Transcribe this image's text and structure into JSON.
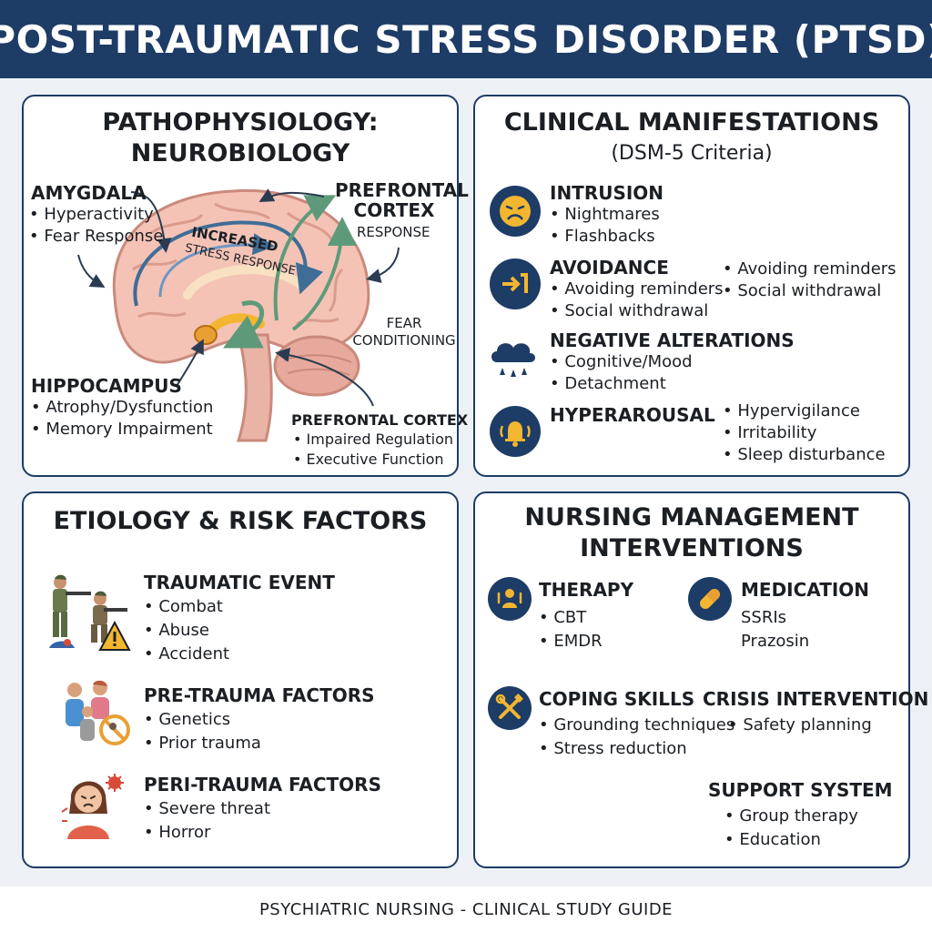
{
  "title": "POST-TRAUMATIC STRESS DISORDER (PTSD)",
  "footer": "PSYCHIATRIC NURSING - CLINICAL STUDY GUIDE",
  "colors": {
    "navy": "#1d3c66",
    "gold": "#f2b630",
    "green": "#5e9a7a",
    "brain": "#f4c3b6",
    "amygdala": "#e8a034"
  },
  "patho": {
    "title_line1": "PATHOPHYSIOLOGY:",
    "title_line2": "NEUROBIOLOGY",
    "amygdala": {
      "label": "AMYGDALA",
      "items": [
        "Hyperactivity",
        "Fear Response"
      ]
    },
    "prefrontal_top": {
      "line1": "PREFRONTAL",
      "line2": "CORTEX",
      "note": "RESPONSE"
    },
    "increased": "INCREASED",
    "stress_response": "STRESS RESPONSE",
    "fear_conditioning": {
      "line1": "FEAR",
      "line2": "CONDITIONING"
    },
    "hippocampus": {
      "label": "HIPPOCAMPUS",
      "items": [
        "Atrophy/Dysfunction",
        "Memory Impairment"
      ]
    },
    "prefrontal_bottom": {
      "label": "PREFRONTAL CORTEX",
      "items": [
        "Impaired Regulation",
        "Executive Function"
      ]
    }
  },
  "clinical": {
    "title": "CLINICAL MANIFESTATIONS",
    "subtitle": "(DSM-5 Criteria)",
    "intrusion": {
      "label": "INTRUSION",
      "items": [
        "Nightmares",
        "Flashbacks"
      ],
      "icon": "distressed-face-icon"
    },
    "avoidance": {
      "label": "AVOIDANCE",
      "items": [
        "Avoiding reminders",
        "Social withdrawal"
      ],
      "items_right": [
        "Avoiding reminders",
        "Social withdrawal"
      ],
      "icon": "turn-away-arrow-icon"
    },
    "negative": {
      "label": "NEGATIVE ALTERATIONS",
      "items": [
        "Cognitive/Mood",
        "Detachment"
      ],
      "icon": "rain-cloud-icon"
    },
    "hyperarousal": {
      "label": "HYPERAROUSAL",
      "items_right": [
        "Hypervigilance",
        "Irritability",
        "Sleep disturbance"
      ],
      "icon": "alarm-bell-icon"
    }
  },
  "etiology": {
    "title": "ETIOLOGY & RISK FACTORS",
    "traumatic": {
      "label": "TRAUMATIC EVENT",
      "items": [
        "Combat",
        "Abuse",
        "Accident"
      ]
    },
    "pre": {
      "label": "PRE-TRAUMA FACTORS",
      "items": [
        "Genetics",
        "Prior trauma"
      ]
    },
    "peri": {
      "label": "PERI-TRAUMA FACTORS",
      "items": [
        "Severe threat",
        "Horror"
      ]
    }
  },
  "nursing": {
    "title_line1": "NURSING MANAGEMENT",
    "title_line2": "INTERVENTIONS",
    "therapy": {
      "label": "THERAPY",
      "items": [
        "CBT",
        "EMDR"
      ]
    },
    "medication": {
      "label": "MEDICATION",
      "items": [
        "SSRIs",
        "Prazosin"
      ]
    },
    "coping": {
      "label": "COPING SKILLS",
      "items": [
        "Grounding techniques",
        "Stress reduction"
      ]
    },
    "crisis": {
      "label": "CRISIS INTERVENTION",
      "items": [
        "Safety planning"
      ]
    },
    "support": {
      "label": "SUPPORT SYSTEM",
      "items": [
        "Group therapy",
        "Education"
      ]
    }
  }
}
